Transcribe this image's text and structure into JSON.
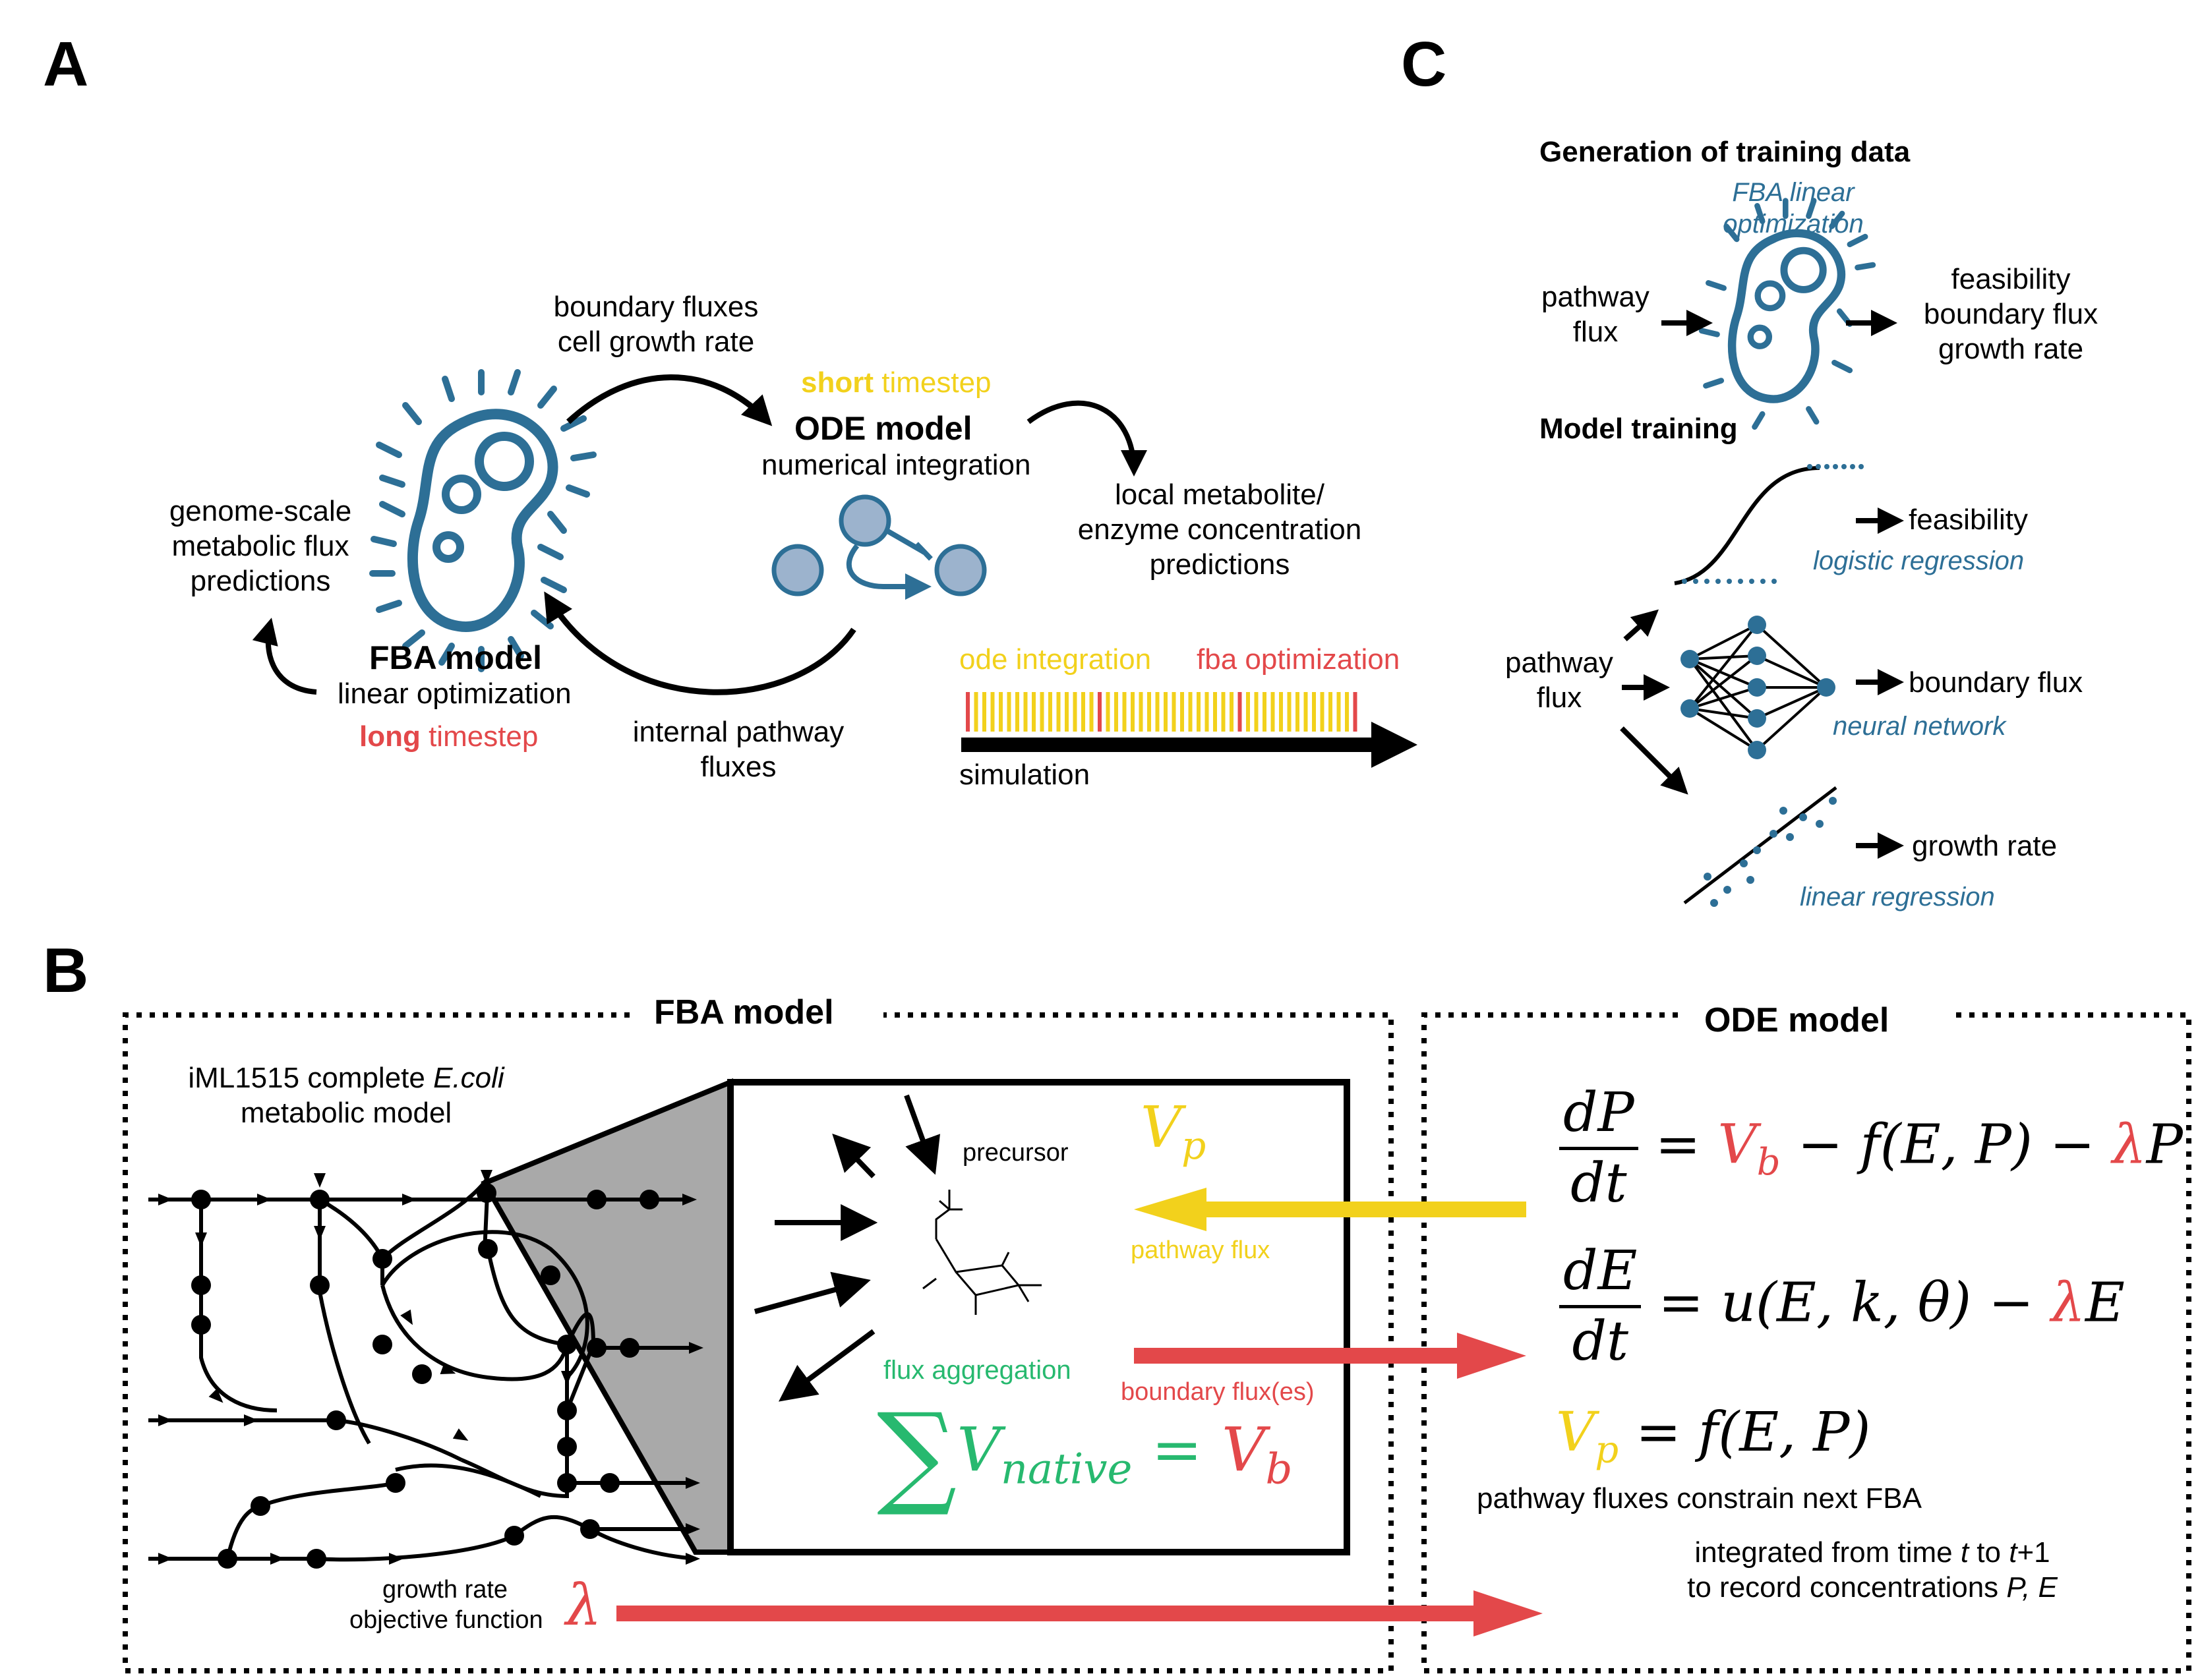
{
  "panels": {
    "a": "A",
    "b": "B",
    "c": "C"
  },
  "panel_a": {
    "top_arrow_label": [
      "boundary fluxes",
      "cell growth rate"
    ],
    "bottom_arrow_label": [
      "internal pathway",
      "fluxes"
    ],
    "short_timestep": {
      "word": "short",
      "rest": " timestep"
    },
    "ode_title": "ODE model",
    "ode_subtitle": "numerical integration",
    "ode_output": [
      "local metabolite/",
      "enzyme concentration",
      "predictions"
    ],
    "fba_output": [
      "genome-scale",
      "metabolic flux",
      "predictions"
    ],
    "fba_title": "FBA model",
    "fba_subtitle": "linear optimization",
    "long_timestep": {
      "word": "long",
      "rest": " timestep"
    },
    "timeline_ode": "ode integration",
    "timeline_fba": "fba optimization",
    "timeline_axis": "simulation"
  },
  "panel_c": {
    "gen_title": "Generation of training data",
    "fba_lin": [
      "FBA linear",
      "optimization"
    ],
    "input_top": [
      "pathway",
      "flux"
    ],
    "outputs_top": [
      "feasibility",
      "boundary flux",
      "growth rate"
    ],
    "train_title": "Model training",
    "input_bottom": [
      "pathway",
      "flux"
    ],
    "out_feasibility": "feasibility",
    "logistic": "logistic regression",
    "out_boundary": "boundary flux",
    "neural": "neural network",
    "out_growth": "growth rate",
    "linear": "linear regression"
  },
  "panel_b": {
    "fba_box_title": "FBA model",
    "ode_box_title": "ODE model",
    "network_title_1": "iML1515 complete ",
    "network_title_italic": "E.coli",
    "network_title_2": "metabolic model",
    "precursor": "precursor",
    "pathway_flux": "pathway flux",
    "flux_aggregation": "flux aggregation",
    "boundary_fluxes": "boundary flux(es)",
    "growth_label": [
      "growth rate",
      "objective function"
    ],
    "lambda": "λ",
    "vp": "V",
    "vp_sub": "p",
    "sum_eq": {
      "sigma": "∑",
      "v": "V",
      "sub": "native",
      "eq": " = ",
      "vb": "V",
      "vb_sub": "b"
    },
    "eq1": {
      "num": "dP",
      "den": "dt",
      "eq": " = ",
      "vb": "V",
      "vb_sub": "b",
      "mid": " − f(E, P) − ",
      "lam": "λ",
      "tail": "P"
    },
    "eq2": {
      "num": "dE",
      "den": "dt",
      "eq": " = u(E, k, θ) − ",
      "lam": "λ",
      "tail": "E"
    },
    "eq3": {
      "v": "V",
      "sub": "p",
      "rest": " = f(E, P)"
    },
    "constrain_note": "pathway fluxes constrain next FBA",
    "integrated_note_1": [
      "integrated from time ",
      "t",
      " to ",
      "t",
      "+1"
    ],
    "integrated_note_2": [
      "to record concentrations ",
      "P, E"
    ]
  },
  "colors": {
    "blue": "#2d6f96",
    "yellow": "#f2d11c",
    "red": "#e3484a",
    "green": "#27b96f",
    "grey": "#a9a9a9"
  }
}
